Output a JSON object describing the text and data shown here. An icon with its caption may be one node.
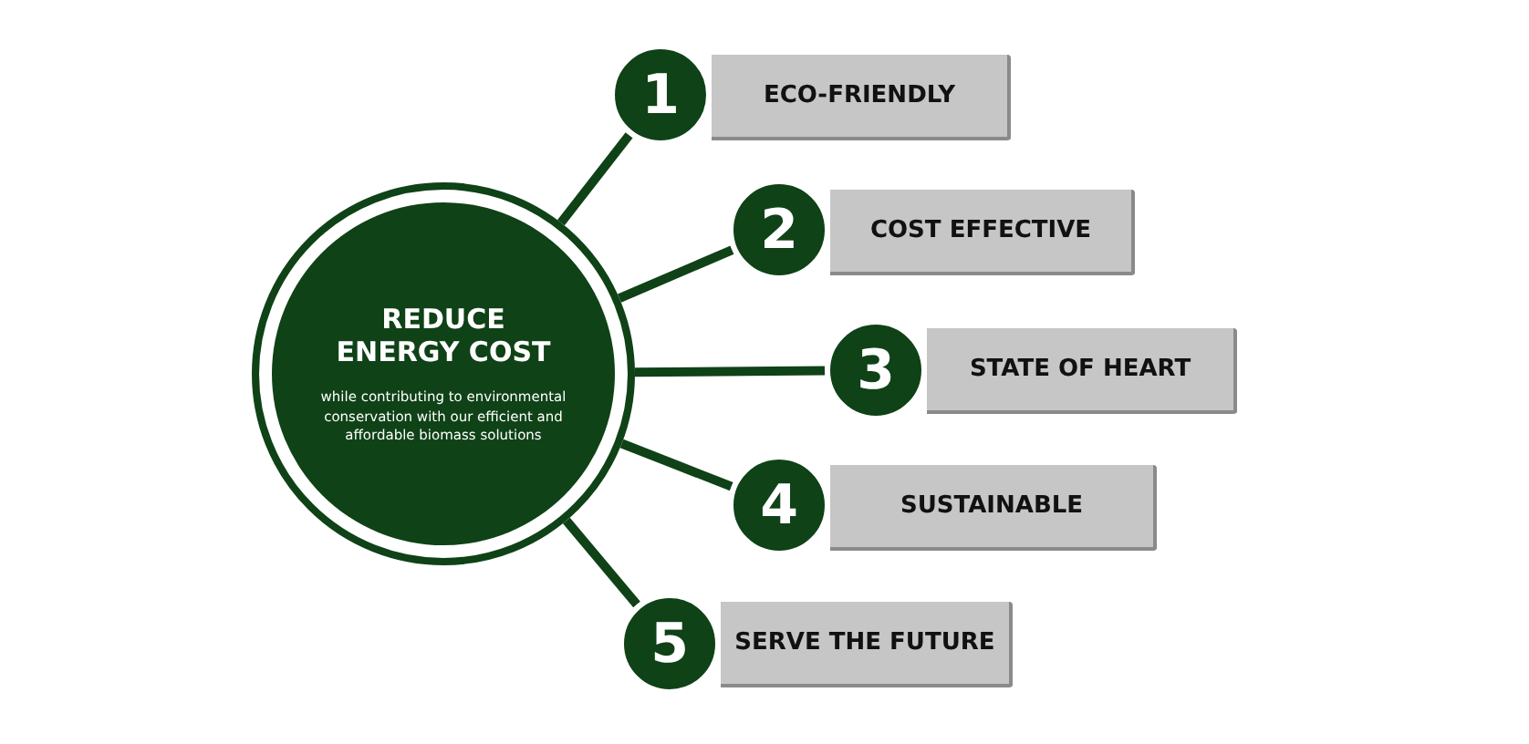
{
  "diagram": {
    "nodes": [
      {
        "text": [
          "REDUCE ENERGY COST",
          "while contributing to environmental conservation with our efficient and affordable biomass solutions"
        ]
      },
      {
        "text": [
          "1"
        ]
      },
      {
        "text": [
          "ECO-FRIENDLY"
        ]
      },
      {
        "text": [
          "2"
        ]
      },
      {
        "text": [
          "COST EFFECTIVE"
        ]
      },
      {
        "text": [
          "3"
        ]
      },
      {
        "text": [
          "STATE OF HEART"
        ]
      },
      {
        "text": [
          "4"
        ]
      },
      {
        "text": [
          "SUSTAINABLE"
        ]
      },
      {
        "text": [
          "5"
        ]
      },
      {
        "text": [
          "SERVE THE FUTURE"
        ]
      }
    ],
    "edges": [
      {
        "from": 0,
        "to": 1,
        "arrow": "none"
      },
      {
        "from": 0,
        "to": 3,
        "arrow": "none"
      },
      {
        "from": 0,
        "to": 5,
        "arrow": "none"
      },
      {
        "from": 0,
        "to": 7,
        "arrow": "none"
      },
      {
        "from": 0,
        "to": 9,
        "arrow": "none"
      }
    ]
  }
}
